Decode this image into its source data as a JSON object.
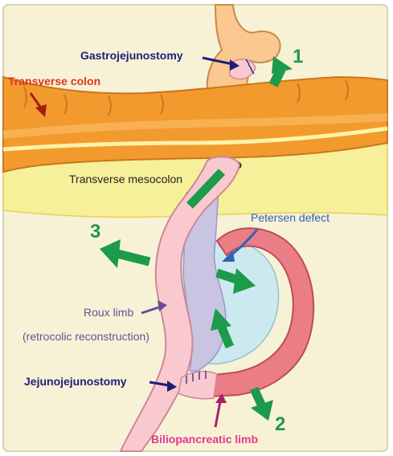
{
  "labels": {
    "gastrojejunostomy": "Gastrojejunostomy",
    "transverse_colon": "Transverse colon",
    "transverse_mesocolon": "Transverse mesocolon",
    "petersen_defect": "Petersen defect",
    "roux_limb": "Roux limb",
    "retrocolic_reconstruction": "(retrocolic reconstruction)",
    "jejunojejunostomy": "Jejunojejunostomy",
    "biliopancreatic_limb": "Biliopancreatic limb"
  },
  "numbers": {
    "one": "1",
    "two": "2",
    "three": "3"
  },
  "colors": {
    "frame": "#f7f2d6",
    "colon_orange": "#f29a2e",
    "colon_light": "#fbbf6a",
    "mesocolon_yellow": "#f7f09a",
    "roux_limb_pink": "#f9c9cf",
    "biliopancreatic_red": "#ea7d86",
    "petersen_blue": "#cce9ef",
    "mesentery_lavender": "#c8c4e2",
    "arrow_green": "#1d9a4a",
    "label_navy": "#1b1f78",
    "label_red": "#e0341d",
    "label_blue": "#2e63b8",
    "label_purple": "#6b4c9a",
    "label_pink": "#e8368f"
  }
}
